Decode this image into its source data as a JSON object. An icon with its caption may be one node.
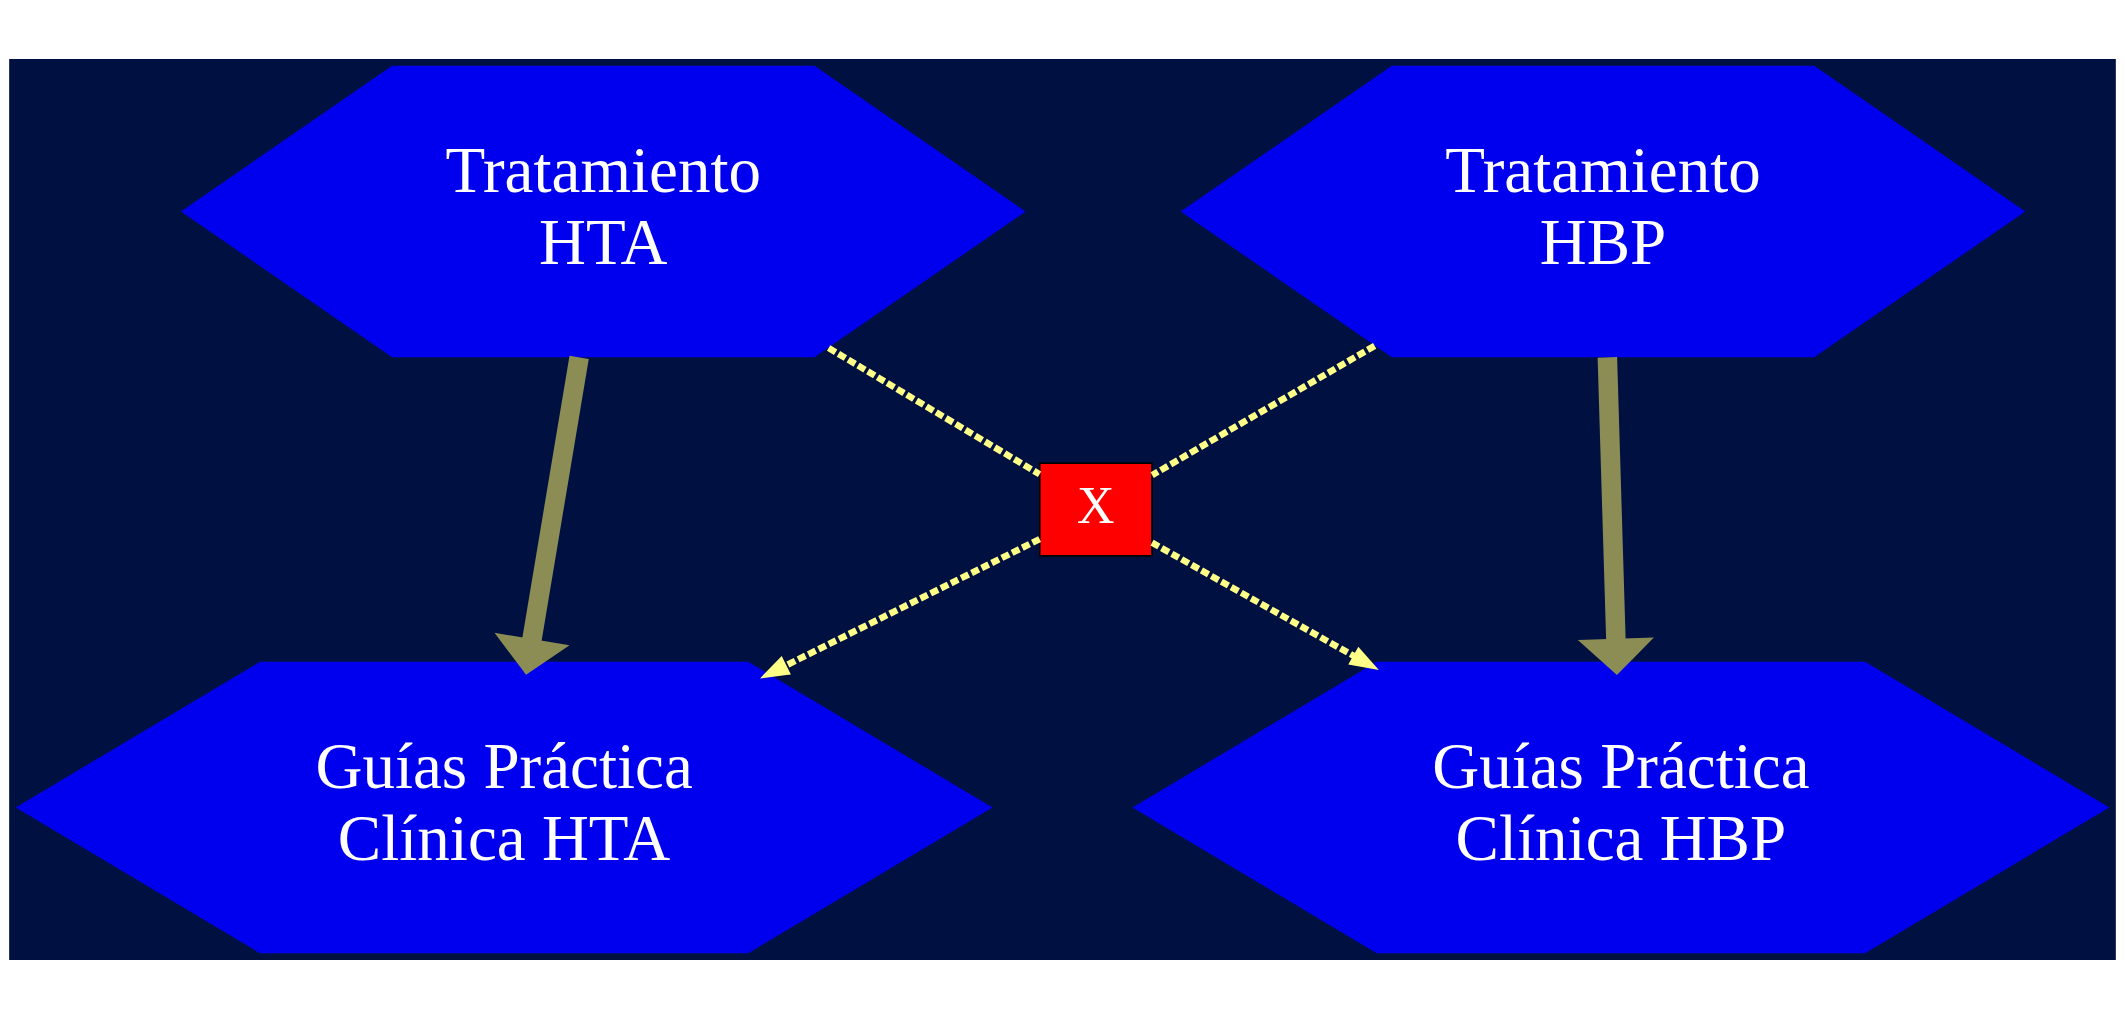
{
  "diagram": {
    "nodes": [
      {
        "text": [
          "Tratamiento HTA"
        ]
      },
      {
        "text": [
          "Tratamiento HBP"
        ]
      },
      {
        "text": [
          "X"
        ]
      },
      {
        "text": [
          "Guías Práctica Clínica HTA"
        ]
      },
      {
        "text": [
          "Guías Práctica Clínica HBP"
        ]
      }
    ],
    "edges": [
      {
        "from": 0,
        "to": 3,
        "arrow": "to",
        "style": "thick",
        "color": "#8c8c55"
      },
      {
        "from": 1,
        "to": 4,
        "arrow": "to",
        "style": "thick",
        "color": "#8c8c55"
      },
      {
        "from": 0,
        "to": 2,
        "arrow": "none",
        "style": "dashed",
        "color": "#ffff88"
      },
      {
        "from": 2,
        "to": 4,
        "arrow": "to",
        "style": "dashed",
        "color": "#ffff88"
      },
      {
        "from": 1,
        "to": 2,
        "arrow": "none",
        "style": "dashed",
        "color": "#ffff88"
      },
      {
        "from": 2,
        "to": 3,
        "arrow": "to",
        "style": "dashed",
        "color": "#ffff88"
      }
    ]
  }
}
